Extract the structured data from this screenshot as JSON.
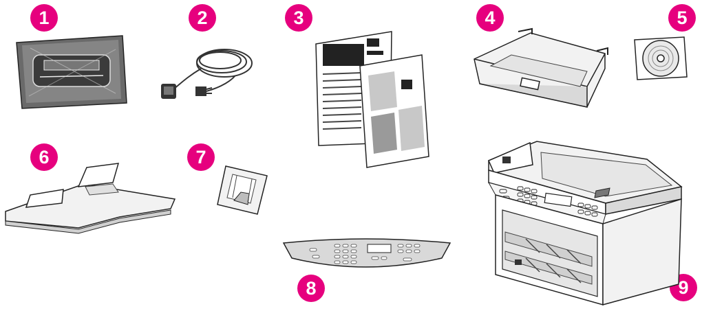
{
  "callouts": [
    {
      "number": "1",
      "icon": "toner-cartridge-icon"
    },
    {
      "number": "2",
      "icon": "power-cord-icon"
    },
    {
      "number": "3",
      "icon": "documentation-icon"
    },
    {
      "number": "4",
      "icon": "media-tray-icon"
    },
    {
      "number": "5",
      "icon": "cd-rom-icon"
    },
    {
      "number": "6",
      "icon": "adf-input-tray-icon"
    },
    {
      "number": "7",
      "icon": "media-support-icon"
    },
    {
      "number": "8",
      "icon": "control-panel-overlay-icon"
    },
    {
      "number": "9",
      "icon": "printer-icon"
    }
  ],
  "colors": {
    "callout": "#e6007e",
    "line": "#222222",
    "fill_light": "#f2f2f2",
    "fill_mid": "#bdbdbd",
    "fill_dark": "#555555"
  }
}
